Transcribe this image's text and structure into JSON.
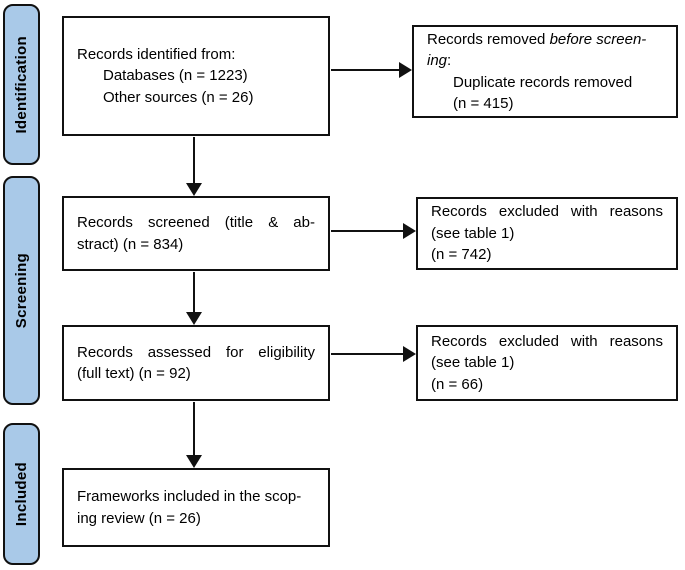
{
  "colors": {
    "stage_fill": "#a9c9e8",
    "stage_border": "#111111",
    "box_border": "#111111",
    "text": "#000000",
    "background": "#ffffff"
  },
  "sidebar": {
    "stages": [
      {
        "label": "Identification"
      },
      {
        "label": "Screening"
      },
      {
        "label": "Included"
      }
    ]
  },
  "boxes": {
    "identified": {
      "line1": "Records identified from:",
      "line2": "Databases (n = 1223)",
      "line3": "Other sources (n = 26)"
    },
    "removed": {
      "lead": "Records removed ",
      "italic1": "before screen-",
      "italic2": "ing",
      "colon": ":",
      "item1": "Duplicate records removed",
      "item2": "(n = 415)"
    },
    "screened": {
      "line1": "Records screened (title & ab-",
      "line2": "stract) (n = 834)"
    },
    "excluded1": {
      "line1": "Records excluded with reasons",
      "line2": "(see table 1)",
      "line3": "(n = 742)"
    },
    "assessed": {
      "line1": "Records assessed for eligibility",
      "line2": "(full text) (n = 92)"
    },
    "excluded2": {
      "line1": "Records excluded with reasons",
      "line2": "(see table 1)",
      "line3": "(n = 66)"
    },
    "included": {
      "line1": "Frameworks included in the scop-",
      "line2": "ing review (n = 26)"
    }
  }
}
